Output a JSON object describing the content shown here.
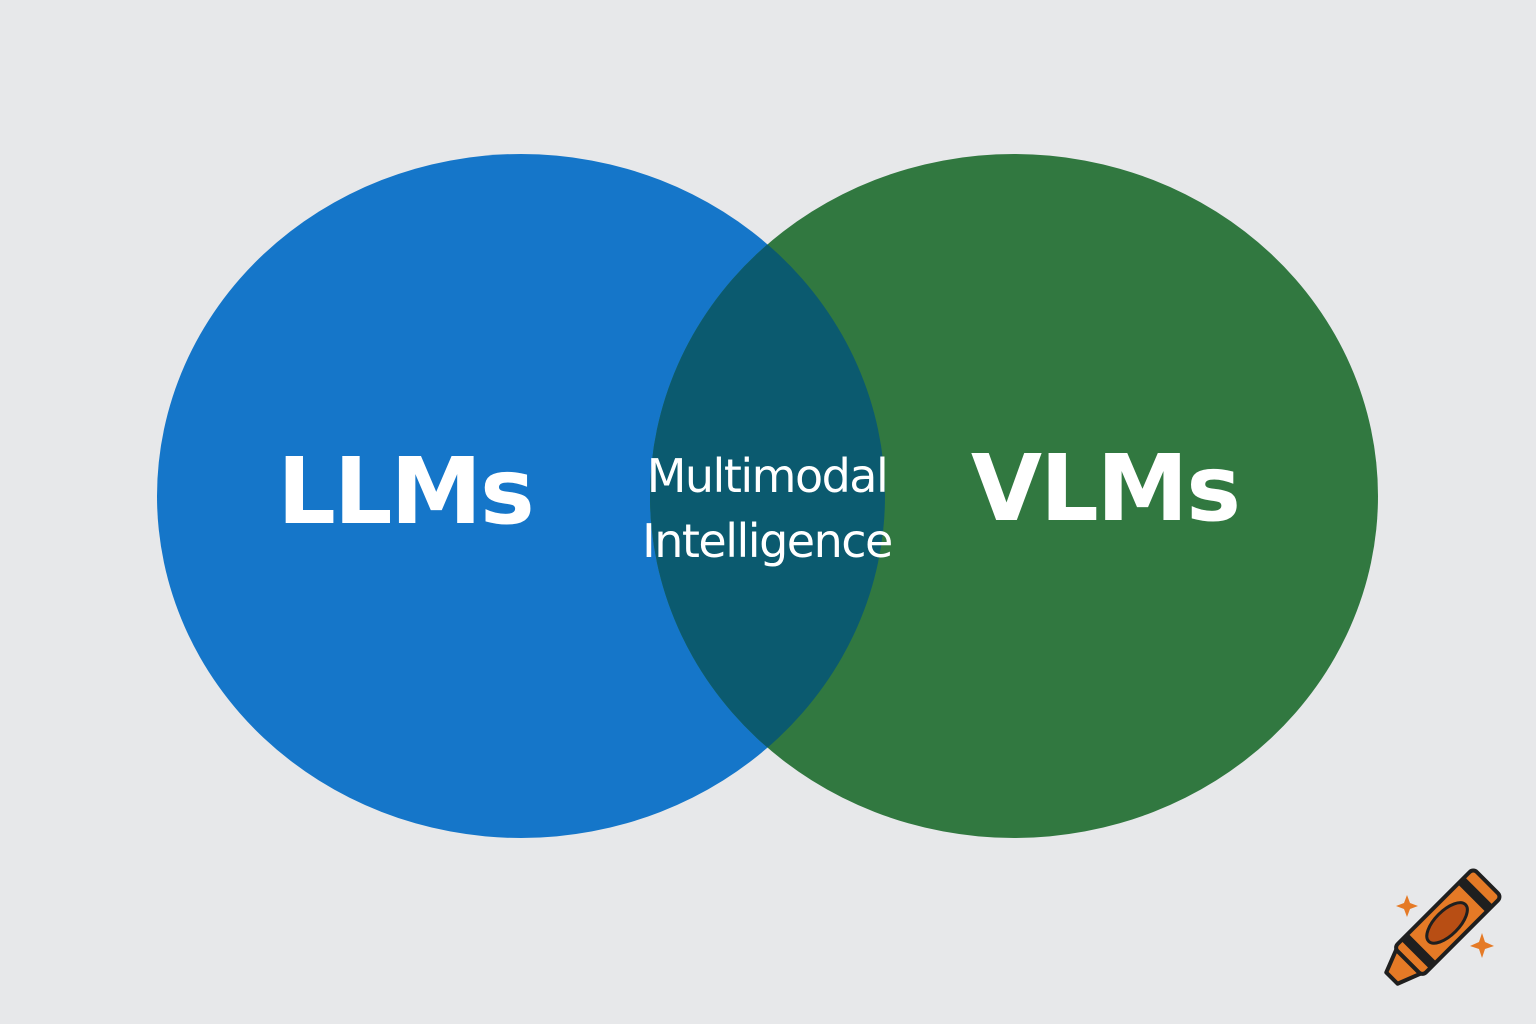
{
  "diagram": {
    "type": "venn",
    "sets": [
      {
        "id": "left",
        "label": "LLMs",
        "color": "#1576c9"
      },
      {
        "id": "right",
        "label": "VLMs",
        "color": "#317840"
      }
    ],
    "intersection": {
      "label_line1": "Multimodal",
      "label_line2": "Intelligence",
      "color": "#0b5a6f"
    }
  },
  "background_color": "#e7e8ea",
  "icons": {
    "corner": "crayon-icon",
    "corner_color": "#e57a26"
  }
}
